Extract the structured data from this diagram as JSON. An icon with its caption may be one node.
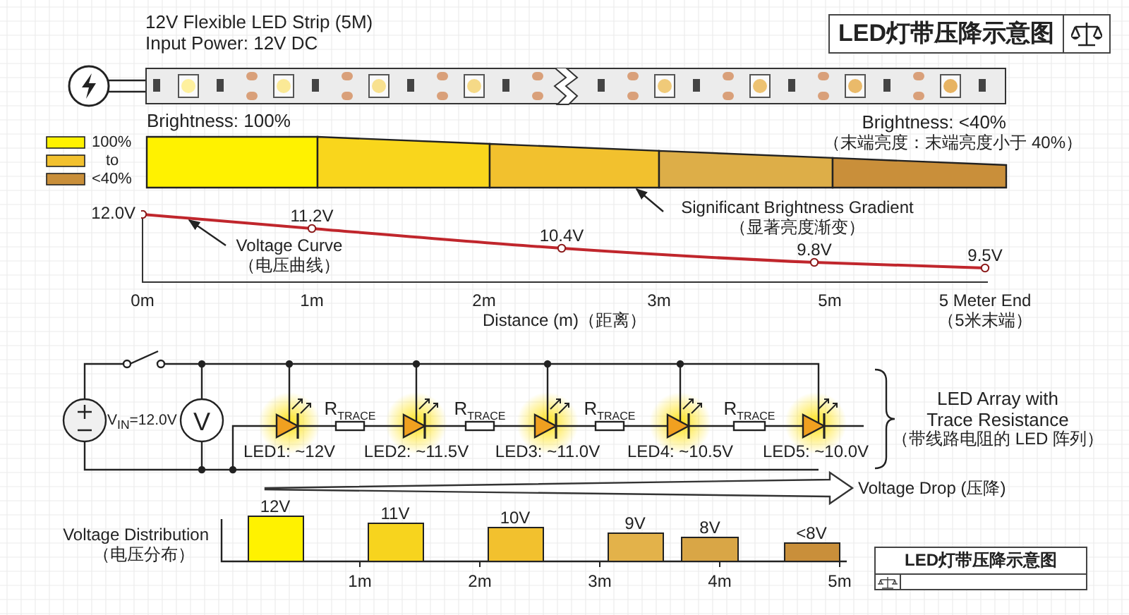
{
  "diagram": {
    "title": "LED灯带压降示意图",
    "nodes": [
      {
        "text": [],
        "shape": "circle"
      },
      {
        "text": [
          "12V Flexible LED Strip (5M)",
          "Input Power: 12V DC"
        ]
      },
      {
        "text": [],
        "shape": "bar"
      },
      {
        "text": [
          "Significant Brightness Gradient",
          "（显著亮度渐变）"
        ]
      },
      {
        "text": [],
        "shape": "picture"
      },
      {
        "text": [
          "Voltage Curve",
          "（电压曲线）"
        ],
        "in": 4
      }
    ],
    "edges": [
      {
        "from": 0,
        "to": 1,
        "arrow": "none"
      },
      {
        "from": 3,
        "to": 2,
        "arrow": "to"
      },
      {
        "from": 5,
        "to": 4,
        "arrow": "to"
      }
    ],
    "labels": [
      "Brightness: 100%",
      "Brightness: <40%",
      "（末端亮度：末端亮度小于 40%）",
      "12.0V",
      "11.2V",
      "10.4V",
      "9.8V",
      "9.5V",
      "0m",
      "1m",
      "2m",
      "3m",
      "5m",
      "5 Meter End",
      "Distance (m)（距离）",
      "（5米末端）",
      "V$_{IN}$=12.0V",
      "V",
      "R$_{TRACE}$",
      "R$_{TRACE}$",
      "R$_{TRACE}$",
      "R$_{TRACE}$",
      "LED1: ~12V",
      "LED2: ~11.5V",
      "LED3: ~11.0V",
      "LED4: ~10.5V",
      "LED5: ~10.0V",
      "LED Array with Trace Resistance",
      "（带线路电阻的 LED 阵列）",
      "Voltage Drop (压降)",
      "Voltage Distribution",
      "（电压分布）",
      "12V",
      "11V",
      "10V",
      "9V",
      "8V",
      "<8V",
      "1m",
      "2m",
      "3m",
      "4m",
      "5m",
      "LED灯带压降示意图"
    ],
    "legend": [
      {
        "text": "100%",
        "color": "#fff200"
      },
      {
        "text": "to",
        "color": "#f2c12e"
      },
      {
        "text": "<40%",
        "color": "#c98f3a"
      }
    ]
  }
}
